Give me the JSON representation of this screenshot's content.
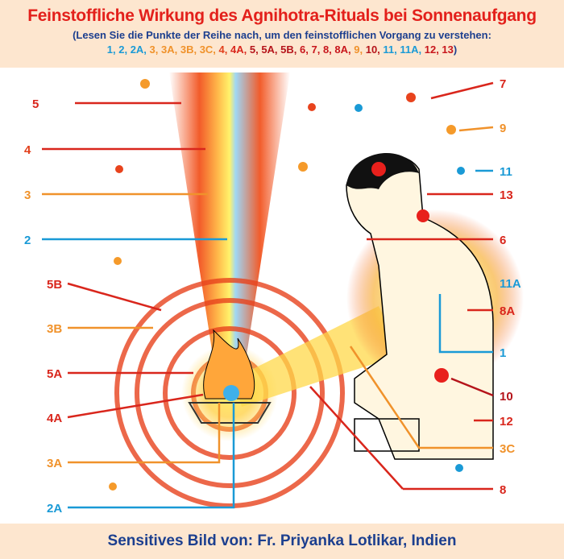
{
  "header": {
    "title": "Feinstoffliche Wirkung des Agnihotra-Rituals bei Sonnenaufgang",
    "subtitle": "(Lesen Sie die Punkte der Reihe nach, um den feinstofflichen Vorgang zu verstehen:",
    "sequence": [
      {
        "t": "1, ",
        "c": "#1a9ad6"
      },
      {
        "t": "2, ",
        "c": "#1a9ad6"
      },
      {
        "t": "2A, ",
        "c": "#1a9ad6"
      },
      {
        "t": "3, ",
        "c": "#f0922b"
      },
      {
        "t": "3A, ",
        "c": "#f0922b"
      },
      {
        "t": "3B, ",
        "c": "#f0922b"
      },
      {
        "t": "3C, ",
        "c": "#f0922b"
      },
      {
        "t": "4, ",
        "c": "#e2401c"
      },
      {
        "t": "4A, ",
        "c": "#d9261c"
      },
      {
        "t": "5, ",
        "c": "#b5141a"
      },
      {
        "t": "5A, ",
        "c": "#b5141a"
      },
      {
        "t": "5B, ",
        "c": "#b5141a"
      },
      {
        "t": "6, ",
        "c": "#c8161c"
      },
      {
        "t": "7, ",
        "c": "#c8161c"
      },
      {
        "t": "8, ",
        "c": "#c8161c"
      },
      {
        "t": "8A, ",
        "c": "#c8161c"
      },
      {
        "t": "9, ",
        "c": "#f0922b"
      },
      {
        "t": "10, ",
        "c": "#b5141a"
      },
      {
        "t": "11, ",
        "c": "#1a9ad6"
      },
      {
        "t": "11A, ",
        "c": "#1a9ad6"
      },
      {
        "t": "12, ",
        "c": "#c8161c"
      },
      {
        "t": "13",
        "c": "#c8161c"
      },
      {
        "t": ")",
        "c": "#1c3f8f"
      }
    ]
  },
  "labels": {
    "l5": "5",
    "l4": "4",
    "l3": "3",
    "l2": "2",
    "l5B": "5B",
    "l3B": "3B",
    "l5A": "5A",
    "l4A": "4A",
    "l3A": "3A",
    "l2A": "2A",
    "l7": "7",
    "l9": "9",
    "l11": "11",
    "l13": "13",
    "l6": "6",
    "l11A": "11A",
    "l8A": "8A",
    "l1": "1",
    "l10": "10",
    "l12": "12",
    "l3C": "3C",
    "l8": "8"
  },
  "colors": {
    "red": "#d9261c",
    "orange": "#f0922b",
    "blue": "#1a9ad6",
    "darkred": "#b5141a",
    "navy": "#1c3f8f"
  },
  "footer": {
    "credit": "Sensitives Bild von: Fr. Priyanka Lotlikar, Indien"
  }
}
